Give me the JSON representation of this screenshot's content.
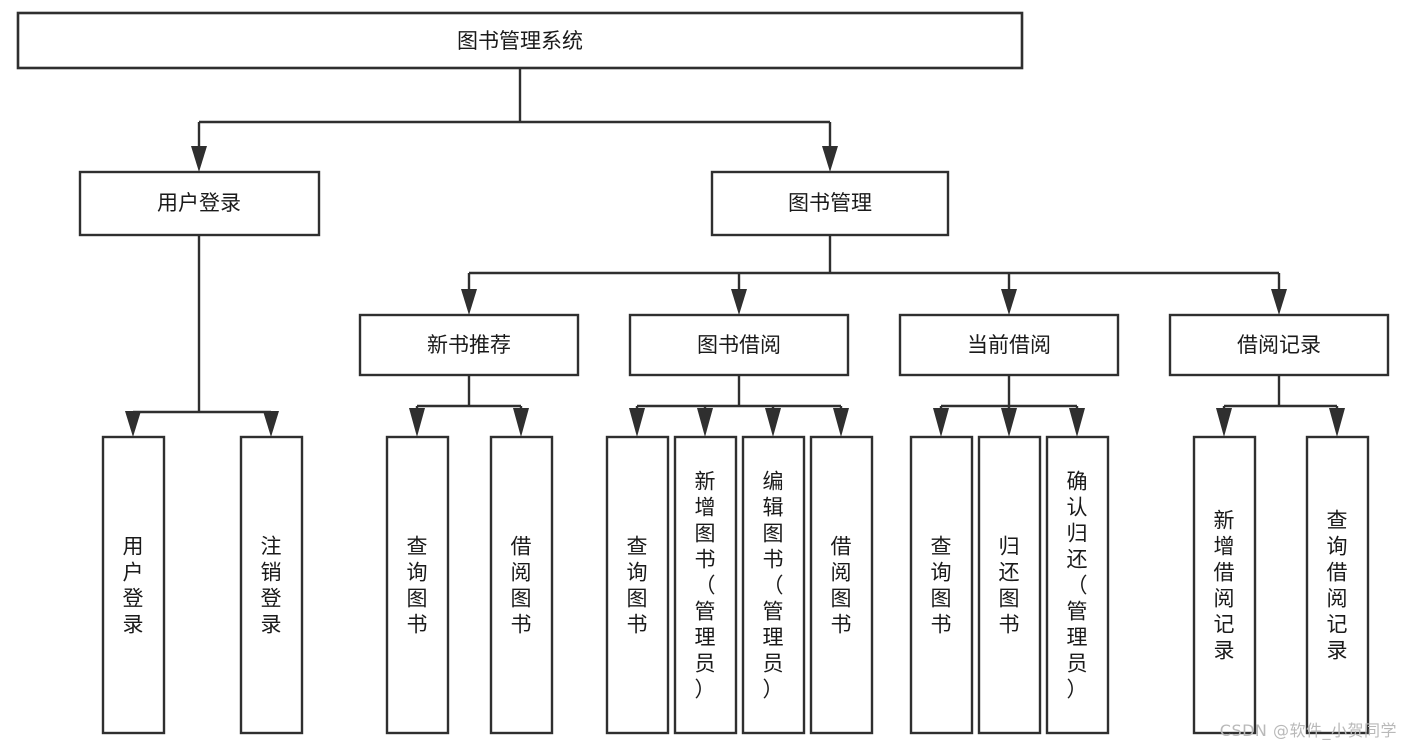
{
  "diagram": {
    "type": "tree",
    "title": "图书管理系统",
    "orientation": "top-down",
    "colors": {
      "box_fill": "#ffffff",
      "box_stroke": "#2f2f2f",
      "text": "#1a1a1a",
      "background": "#ffffff",
      "watermark": "#b9b9b9"
    },
    "root": {
      "label": "图书管理系统"
    },
    "level2": [
      {
        "label": "用户登录"
      },
      {
        "label": "图书管理"
      }
    ],
    "level3": [
      {
        "label": "新书推荐"
      },
      {
        "label": "图书借阅"
      },
      {
        "label": "当前借阅"
      },
      {
        "label": "借阅记录"
      }
    ],
    "leaves": {
      "user_login": [
        {
          "label": "用户登录"
        },
        {
          "label": "注销登录"
        }
      ],
      "new_book": [
        {
          "label": "查询图书"
        },
        {
          "label": "借阅图书"
        }
      ],
      "book_borrow": [
        {
          "label": "查询图书"
        },
        {
          "label": "新增图书（管理员）"
        },
        {
          "label": "编辑图书（管理员）"
        },
        {
          "label": "借阅图书"
        }
      ],
      "current_borrow": [
        {
          "label": "查询图书"
        },
        {
          "label": "归还图书"
        },
        {
          "label": "确认归还（管理员）"
        }
      ],
      "borrow_record": [
        {
          "label": "新增借阅记录"
        },
        {
          "label": "查询借阅记录"
        }
      ]
    }
  },
  "watermark": {
    "text": "CSDN @软件_小贺同学"
  }
}
